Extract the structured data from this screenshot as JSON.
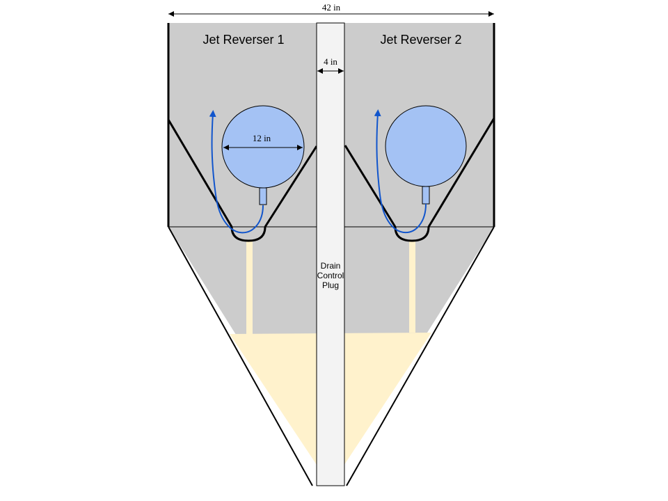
{
  "labels": {
    "reverser_1": "Jet Reverser 1",
    "reverser_2": "Jet Reverser 2",
    "overall_width": "42 in",
    "plug_width": "4 in",
    "circle_diameter": "12 in",
    "plug_line_1": "Drain",
    "plug_line_2": "Control",
    "plug_line_3": "Plug"
  },
  "colors": {
    "vessel_fill": "#cccccc",
    "liquid_fill": "#fff2cc",
    "circle_fill": "#a4c2f4",
    "arrow": "#1155cc",
    "plug_fill": "#f3f3f3",
    "outline": "#000000"
  }
}
